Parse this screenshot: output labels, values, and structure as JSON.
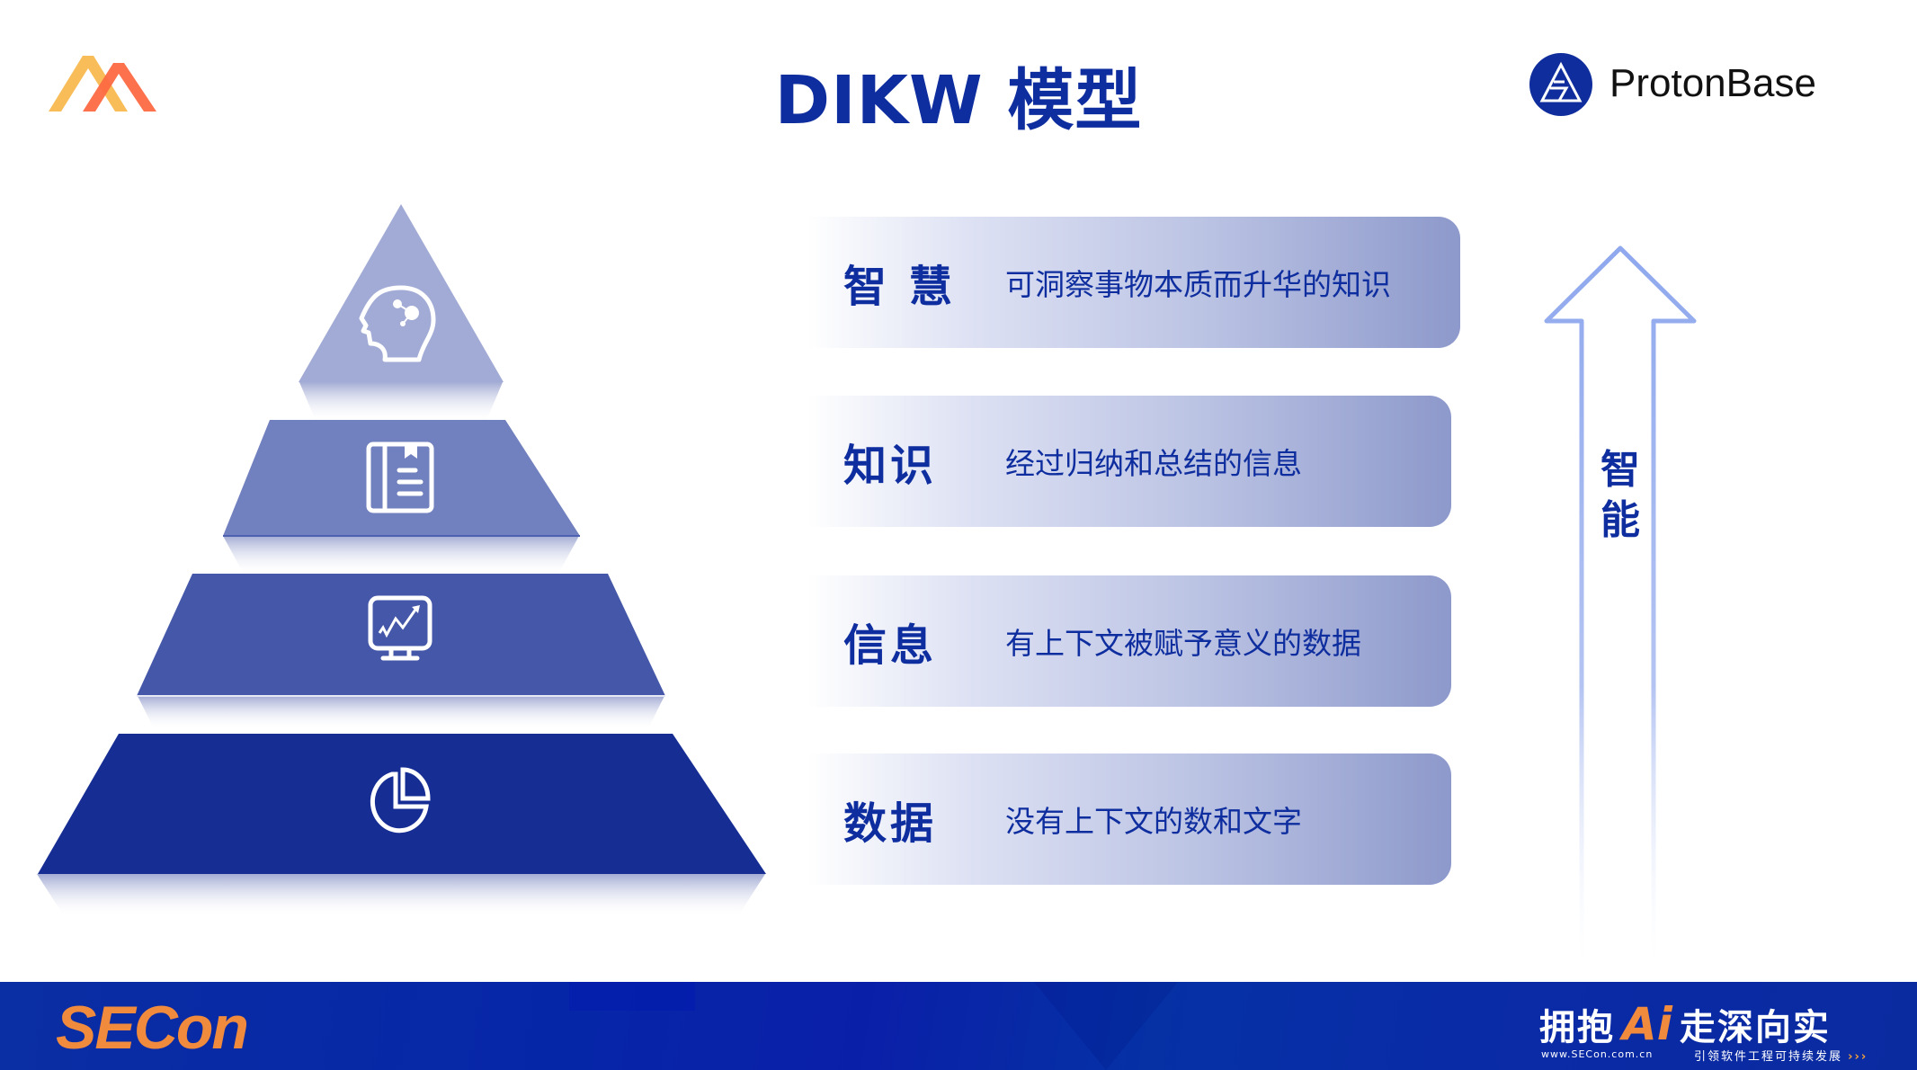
{
  "header": {
    "title": "DIKW 模型",
    "partner_logo_name": "ProtonBase"
  },
  "pyramid": {
    "levels": [
      {
        "name": "wisdom",
        "icon": "head-network-icon",
        "color": "#a1abd5"
      },
      {
        "name": "knowledge",
        "icon": "book-icon",
        "color": "#7180be"
      },
      {
        "name": "information",
        "icon": "monitor-chart-icon",
        "color": "#4457a8"
      },
      {
        "name": "data",
        "icon": "pie-chart-icon",
        "color": "#162d93"
      }
    ]
  },
  "cards": [
    {
      "head": "智 慧",
      "desc": "可洞察事物本质而升华的知识"
    },
    {
      "head": "知识",
      "desc": "经过归纳和总结的信息"
    },
    {
      "head": "信息",
      "desc": "有上下文被赋予意义的数据"
    },
    {
      "head": "数据",
      "desc": "没有上下文的数和文字"
    }
  ],
  "arrow": {
    "label_line1": "智",
    "label_line2": "能",
    "color": "#8fa8ee"
  },
  "footer": {
    "brand": "SECon",
    "slogan_left": "拥抱",
    "slogan_ai": "Ai",
    "slogan_right": "走深向实",
    "url": "www.SECon.com.cn",
    "subtitle": "引领软件工程可持续发展",
    "subtitle_chevrons": "›››"
  },
  "colors": {
    "title": "#0e2d9e",
    "footer_bg": "#0a2ba3",
    "accent_orange": "#f08a3c"
  }
}
